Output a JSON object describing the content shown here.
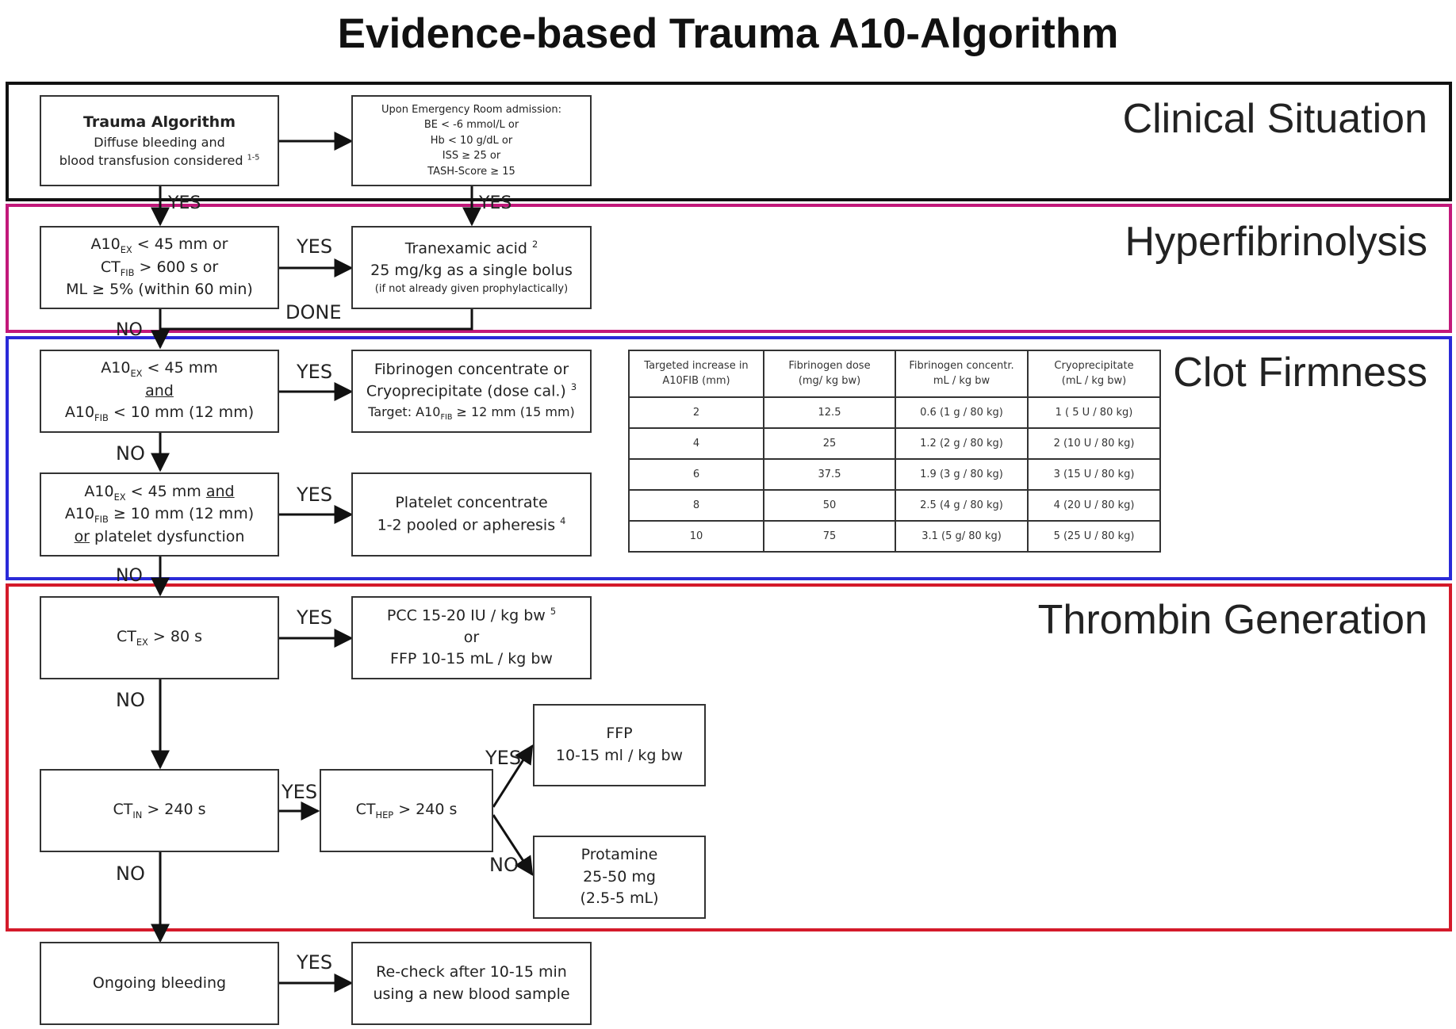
{
  "title": "Evidence-based Trauma A10-Algorithm",
  "sections": {
    "clinical": "Clinical Situation",
    "hyper": "Hyperfibrinolysis",
    "clot": "Clot Firmness",
    "thrombin": "Thrombin Generation"
  },
  "colors": {
    "clinical": "#111111",
    "hyper": "#c2187a",
    "clot": "#2a2ad8",
    "thrombin": "#d41a2a"
  },
  "boxes": {
    "trauma": {
      "title": "Trauma Algorithm",
      "line1": "Diffuse bleeding and",
      "line2": "blood transfusion considered",
      "sup": "1-5"
    },
    "er": {
      "line1": "Upon Emergency Room admission:",
      "line2": "BE < -6 mmol/L   or",
      "line3": "Hb < 10 g/dL   or",
      "line4": "ISS ≥ 25   or",
      "line5": "TASH-Score ≥ 15"
    },
    "hf_crit": {
      "a10": "A10",
      "a10_sub": "EX",
      "a10_rest": " < 45 mm   or",
      "ct": "CT",
      "ct_sub": "FIB",
      "ct_rest": " > 600 s    or",
      "ml": "ML ≥ 5% (within 60 min)"
    },
    "txa": {
      "line1": "Tranexamic acid",
      "sup": "2",
      "line2": "25 mg/kg as a single bolus",
      "line3": "(if not already given prophylactically)"
    },
    "cf_crit1": {
      "a10": "A10",
      "a10_sub": "EX",
      "a10_rest": " < 45 mm",
      "and": "and",
      "fib": "A10",
      "fib_sub": "FIB",
      "fib_rest": " < 10 mm (12 mm)"
    },
    "fibrinogen": {
      "line1": "Fibrinogen concentrate or",
      "line2": "Cryoprecipitate (dose cal.)",
      "sup": "3",
      "target": "Target: A10",
      "target_sub": "FIB",
      "target_rest": " ≥ 12 mm (15 mm)"
    },
    "cf_crit2": {
      "a10": "A10",
      "a10_sub": "EX",
      "a10_rest": " < 45 mm ",
      "and": "and",
      "fib": "A10",
      "fib_sub": "FIB",
      "fib_rest": " ≥ 10 mm (12 mm)",
      "or": "or",
      "or_rest": " platelet dysfunction"
    },
    "platelet": {
      "line1": "Platelet concentrate",
      "line2": "1-2 pooled or apheresis",
      "sup": "4"
    },
    "ctex": {
      "ct": "CT",
      "sub": "EX",
      "rest": " > 80 s"
    },
    "pcc": {
      "line1": "PCC   15-20 IU / kg bw",
      "sup": "5",
      "line2": "or",
      "line3": "FFP   10-15 mL / kg bw"
    },
    "ctin": {
      "ct": "CT",
      "sub": "IN",
      "rest": " > 240 s"
    },
    "cthep": {
      "ct": "CT",
      "sub": "HEP",
      "rest": " > 240 s"
    },
    "ffp": {
      "line1": "FFP",
      "line2": "10-15 ml / kg bw"
    },
    "protamine": {
      "line1": "Protamine",
      "line2": "25-50 mg",
      "line3": "(2.5-5 mL)"
    },
    "ongoing": {
      "line1": "Ongoing bleeding"
    },
    "recheck": {
      "line1": "Re-check after 10-15 min",
      "line2": "using a new blood sample"
    }
  },
  "labels": {
    "yes": "YES",
    "no": "NO",
    "done": "DONE"
  },
  "dose_table": {
    "headers": [
      [
        "Targeted increase in",
        "A10FIB (mm)"
      ],
      [
        "Fibrinogen dose",
        "(mg/ kg bw)"
      ],
      [
        "Fibrinogen concentr.",
        "mL / kg bw"
      ],
      [
        "Cryoprecipitate",
        "(mL / kg bw)"
      ]
    ],
    "rows": [
      [
        "2",
        "12.5",
        "0.6 (1 g / 80 kg)",
        "1 ( 5 U / 80 kg)"
      ],
      [
        "4",
        "25",
        "1.2 (2 g / 80 kg)",
        "2 (10 U / 80 kg)"
      ],
      [
        "6",
        "37.5",
        "1.9 (3 g / 80 kg)",
        "3 (15 U / 80 kg)"
      ],
      [
        "8",
        "50",
        "2.5 (4 g / 80 kg)",
        "4 (20 U / 80 kg)"
      ],
      [
        "10",
        "75",
        "3.1 (5 g/ 80 kg)",
        "5 (25 U / 80 kg)"
      ]
    ]
  }
}
